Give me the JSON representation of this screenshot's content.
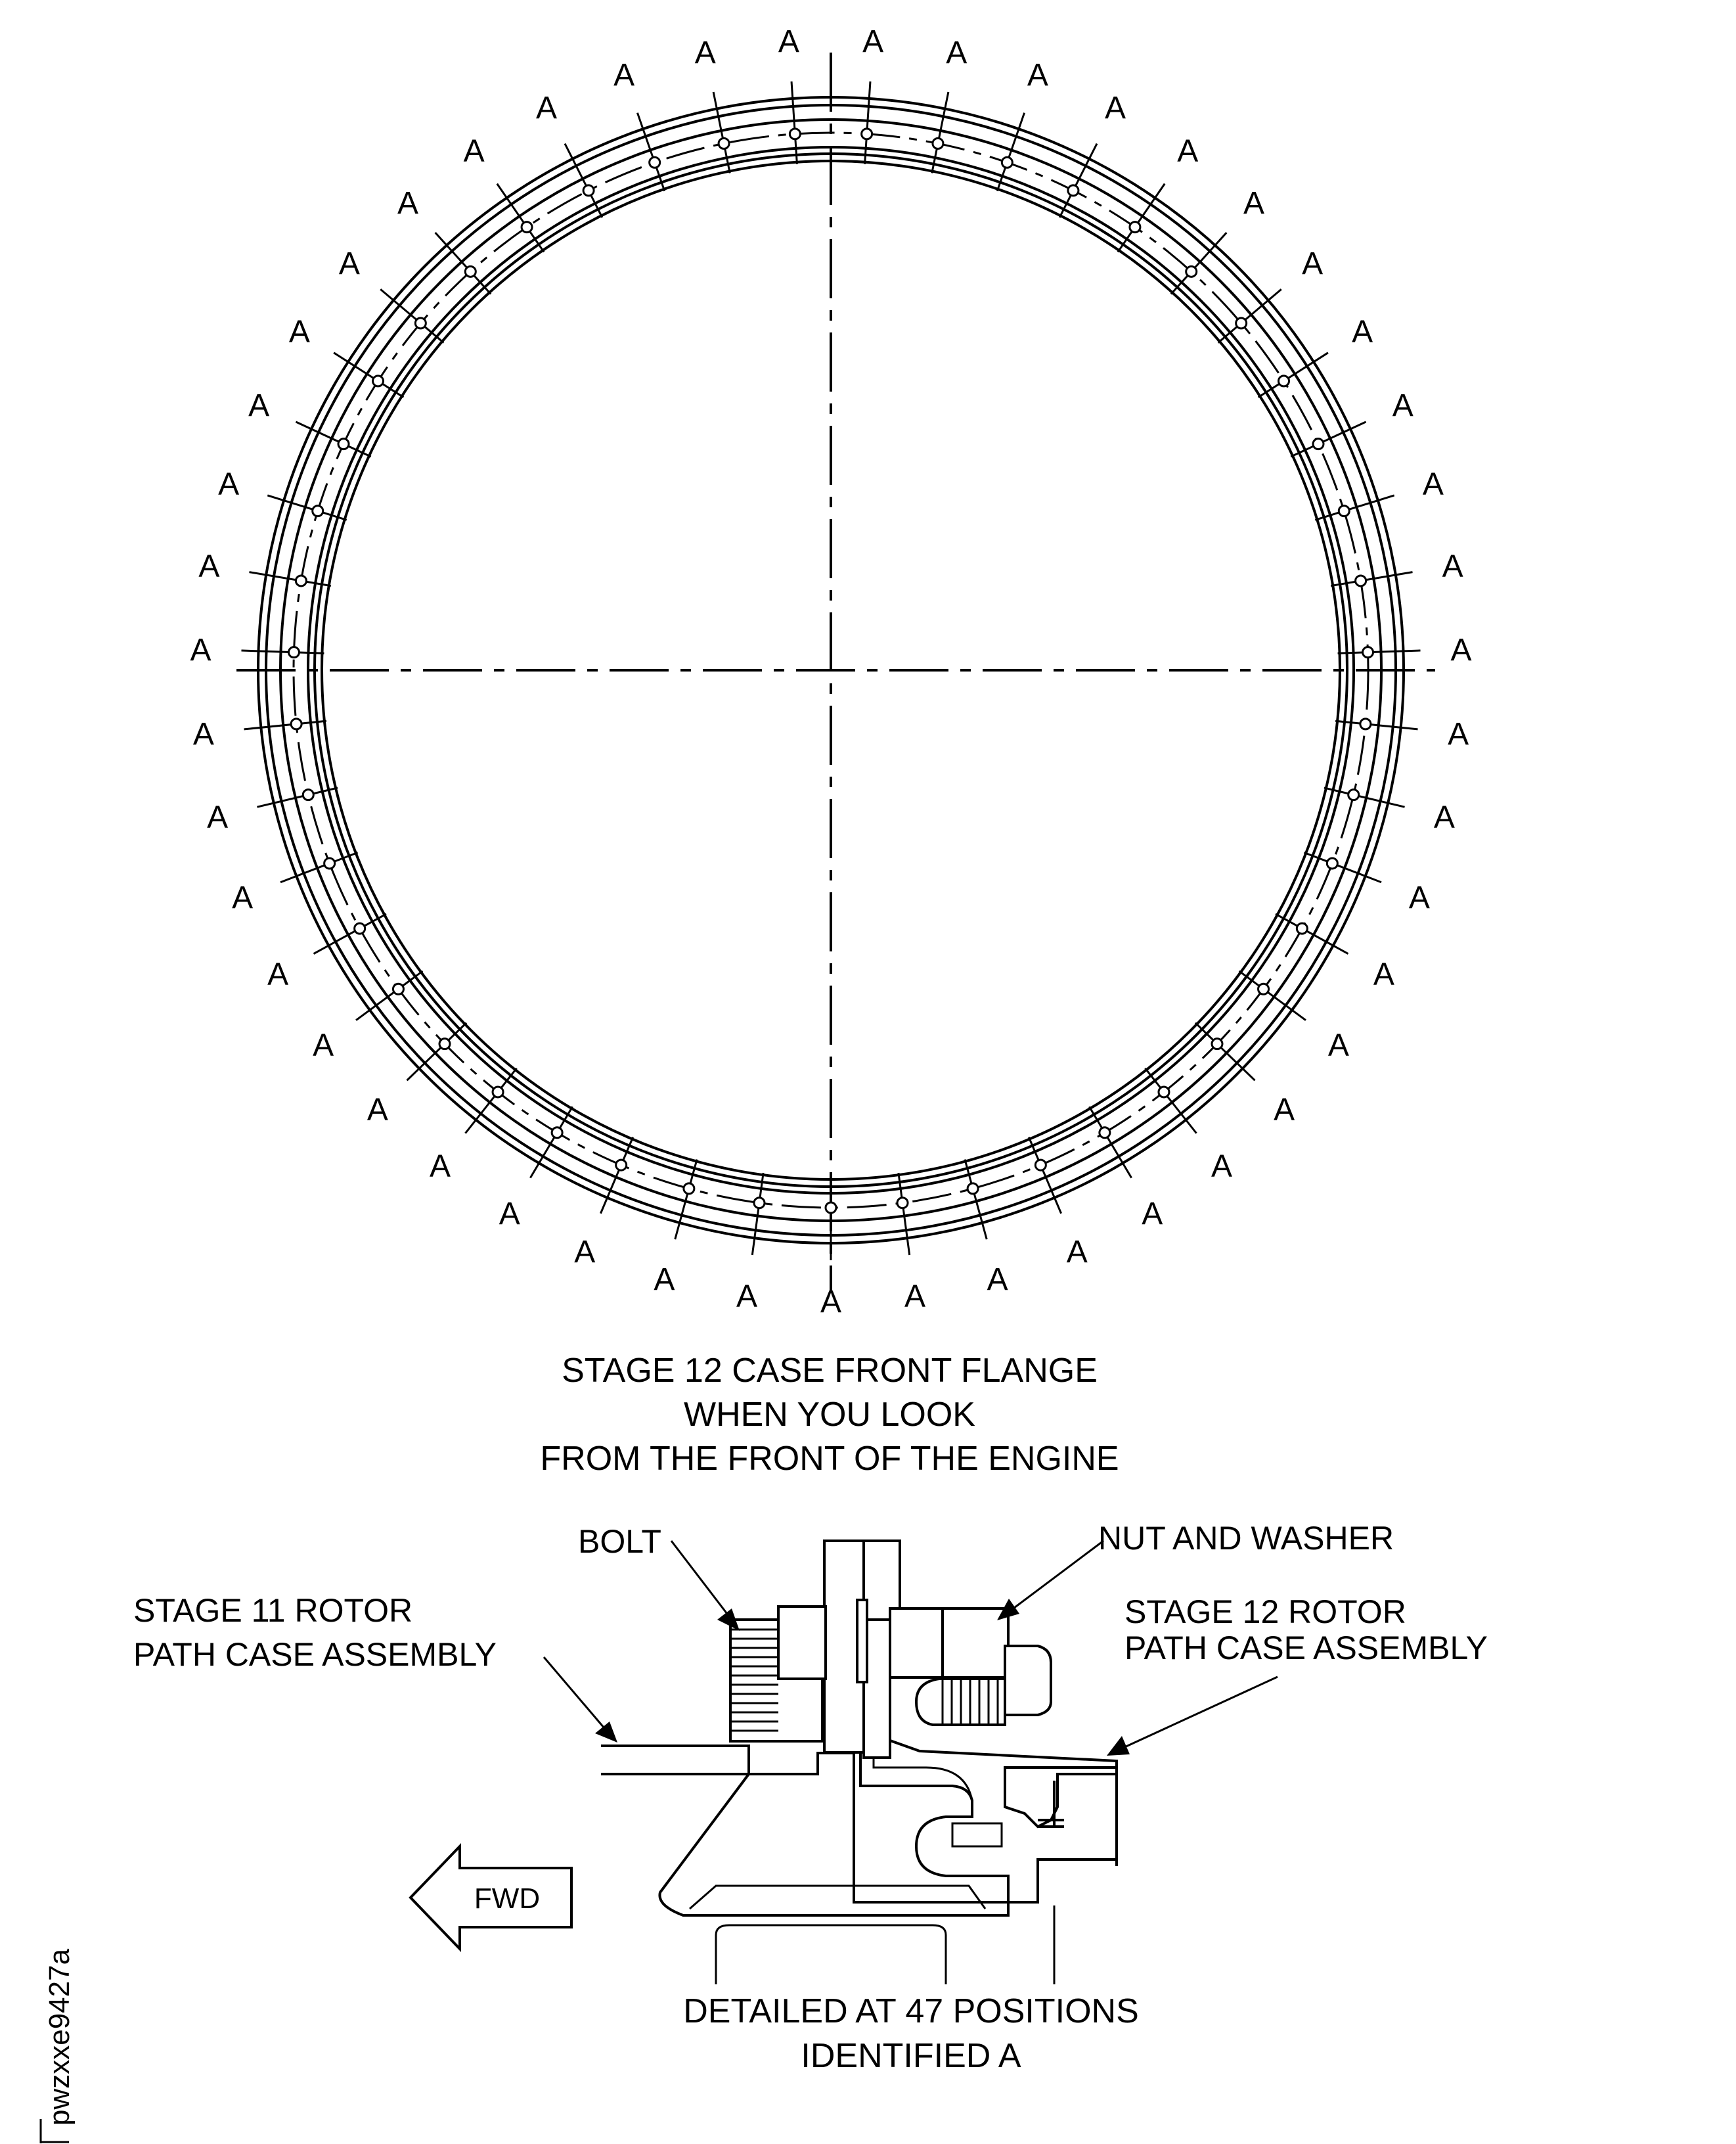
{
  "flange_view": {
    "position_letter": "A",
    "bolt_position_count": 47,
    "title_line_1": "STAGE 12 CASE FRONT FLANGE",
    "title_line_2": "WHEN YOU LOOK",
    "title_line_3": "FROM THE FRONT OF THE ENGINE"
  },
  "section_view": {
    "bolt_label": "BOLT",
    "nut_label": "NUT AND WASHER",
    "stage11_line_1": "STAGE 11 ROTOR",
    "stage11_line_2": "PATH CASE ASSEMBLY",
    "stage12_line_1": "STAGE 12 ROTOR",
    "stage12_line_2": "PATH CASE ASSEMBLY",
    "fwd_label": "FWD",
    "detail_line_1": "DETAILED AT 47 POSITIONS",
    "detail_line_2": "IDENTIFIED A"
  },
  "figure_id": "pwzxxe9427a"
}
